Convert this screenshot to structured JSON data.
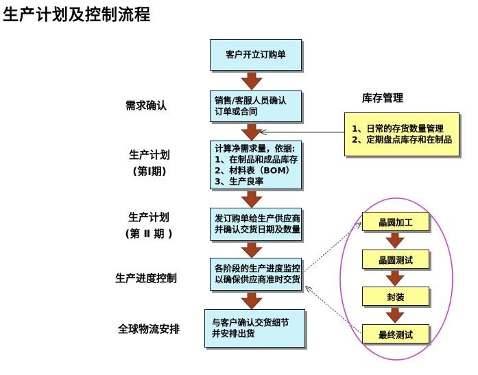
{
  "title": "生产计划及控制流程",
  "stages": {
    "demand": "需求确认",
    "plan1_a": "生产计划",
    "plan1_b": "(第Ⅰ期)",
    "plan2_a": "生产计划",
    "plan2_b": "(第 Ⅱ 期 )",
    "progress": "生产进度控制",
    "logistics": "全球物流安排"
  },
  "flow": {
    "order": [
      "客户开立订购单"
    ],
    "confirm": [
      "销售/客服人员确认",
      "订单或合同"
    ],
    "calc": [
      "计算净需求量，依据:",
      "1、在制品和成品库存",
      "2、材料表（BOM）",
      "3、生产良率"
    ],
    "purchase": [
      "发订购单给生产供应商",
      "并确认交货日期及数量"
    ],
    "monitor": [
      "各阶段的生产进度监控",
      "以确保供应商准时交货"
    ],
    "ship": [
      "与客户确认交货细节",
      "并安排出货"
    ]
  },
  "inventory": {
    "title": "库存管理",
    "items": [
      "1、日常的存货数量管理",
      "2、定期盘点库存和在制品"
    ]
  },
  "supplier_steps": [
    "晶圆加工",
    "晶圆测试",
    "封装",
    "最终测试"
  ],
  "colors": {
    "flow_box": "#ccf3fa",
    "side_box": "#ffff99",
    "arrow": "#a0401e",
    "ellipse": "#cc44cc"
  }
}
